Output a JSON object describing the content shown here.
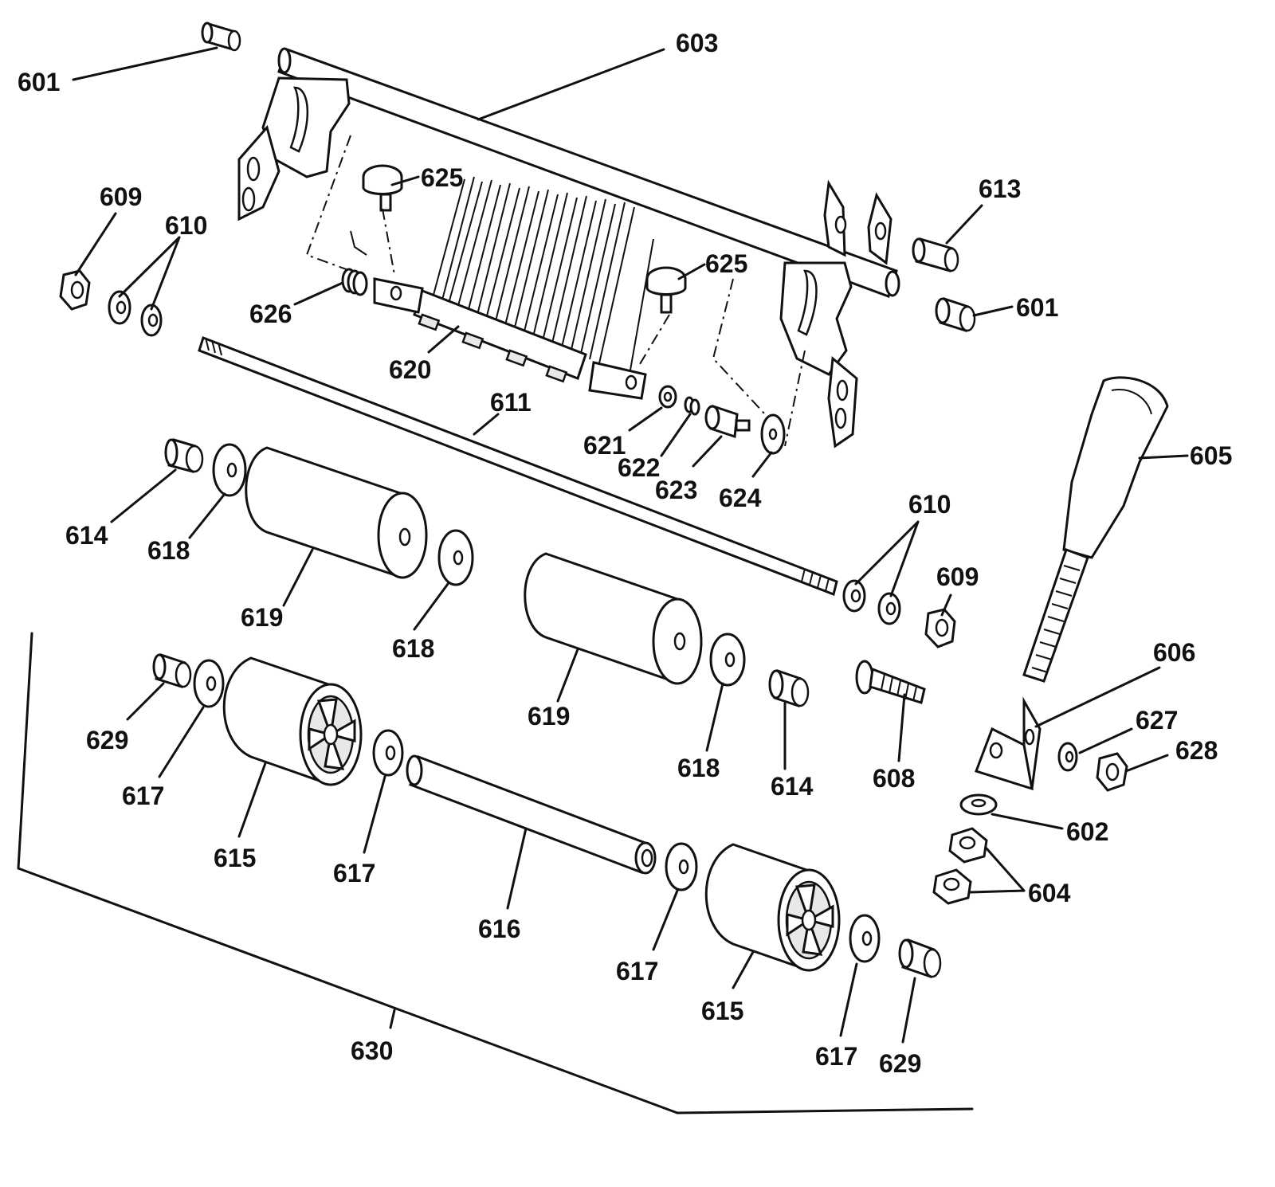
{
  "labels": [
    {
      "id": "601",
      "text": "601"
    },
    {
      "id": "603",
      "text": "603"
    },
    {
      "id": "625",
      "text": "625"
    },
    {
      "id": "609",
      "text": "609"
    },
    {
      "id": "610",
      "text": "610"
    },
    {
      "id": "613",
      "text": "613"
    },
    {
      "id": "626",
      "text": "626"
    },
    {
      "id": "620",
      "text": "620"
    },
    {
      "id": "611",
      "text": "611"
    },
    {
      "id": "621",
      "text": "621"
    },
    {
      "id": "622",
      "text": "622"
    },
    {
      "id": "623",
      "text": "623"
    },
    {
      "id": "624",
      "text": "624"
    },
    {
      "id": "605",
      "text": "605"
    },
    {
      "id": "614",
      "text": "614"
    },
    {
      "id": "618",
      "text": "618"
    },
    {
      "id": "619",
      "text": "619"
    },
    {
      "id": "606",
      "text": "606"
    },
    {
      "id": "627",
      "text": "627"
    },
    {
      "id": "628",
      "text": "628"
    },
    {
      "id": "629",
      "text": "629"
    },
    {
      "id": "617",
      "text": "617"
    },
    {
      "id": "608",
      "text": "608"
    },
    {
      "id": "602",
      "text": "602"
    },
    {
      "id": "604",
      "text": "604"
    },
    {
      "id": "615",
      "text": "615"
    },
    {
      "id": "616",
      "text": "616"
    },
    {
      "id": "630",
      "text": "630"
    }
  ]
}
